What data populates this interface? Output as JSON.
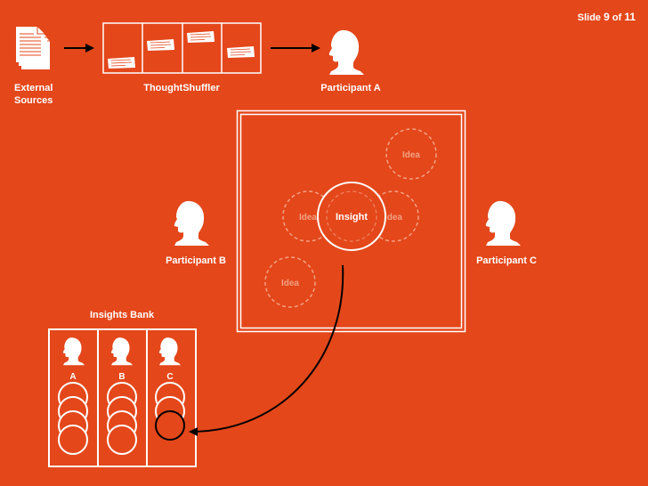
{
  "slide": {
    "word": "Slide",
    "current": "9",
    "of": "of",
    "total": "11"
  },
  "labels": {
    "external_sources_1": "External",
    "external_sources_2": "Sources",
    "thoughtshuffler": "ThoughtShuffler",
    "participant_a": "Participant A",
    "participant_b": "Participant B",
    "participant_c": "Participant C",
    "insights_bank": "Insights Bank"
  },
  "board": {
    "center_label": "Insight",
    "ideas": [
      "Idea",
      "Idea",
      "Idea",
      "Idea"
    ]
  },
  "bank": {
    "columns": [
      {
        "label": "A",
        "circles": 4,
        "highlighted": 0
      },
      {
        "label": "B",
        "circles": 4,
        "highlighted": 0
      },
      {
        "label": "C",
        "circles": 2,
        "highlighted": 1
      }
    ]
  },
  "colors": {
    "background": "#E4471A",
    "foreground": "#FFFFFF",
    "idea_ghost": "#F2A184",
    "ink": "#000000"
  }
}
